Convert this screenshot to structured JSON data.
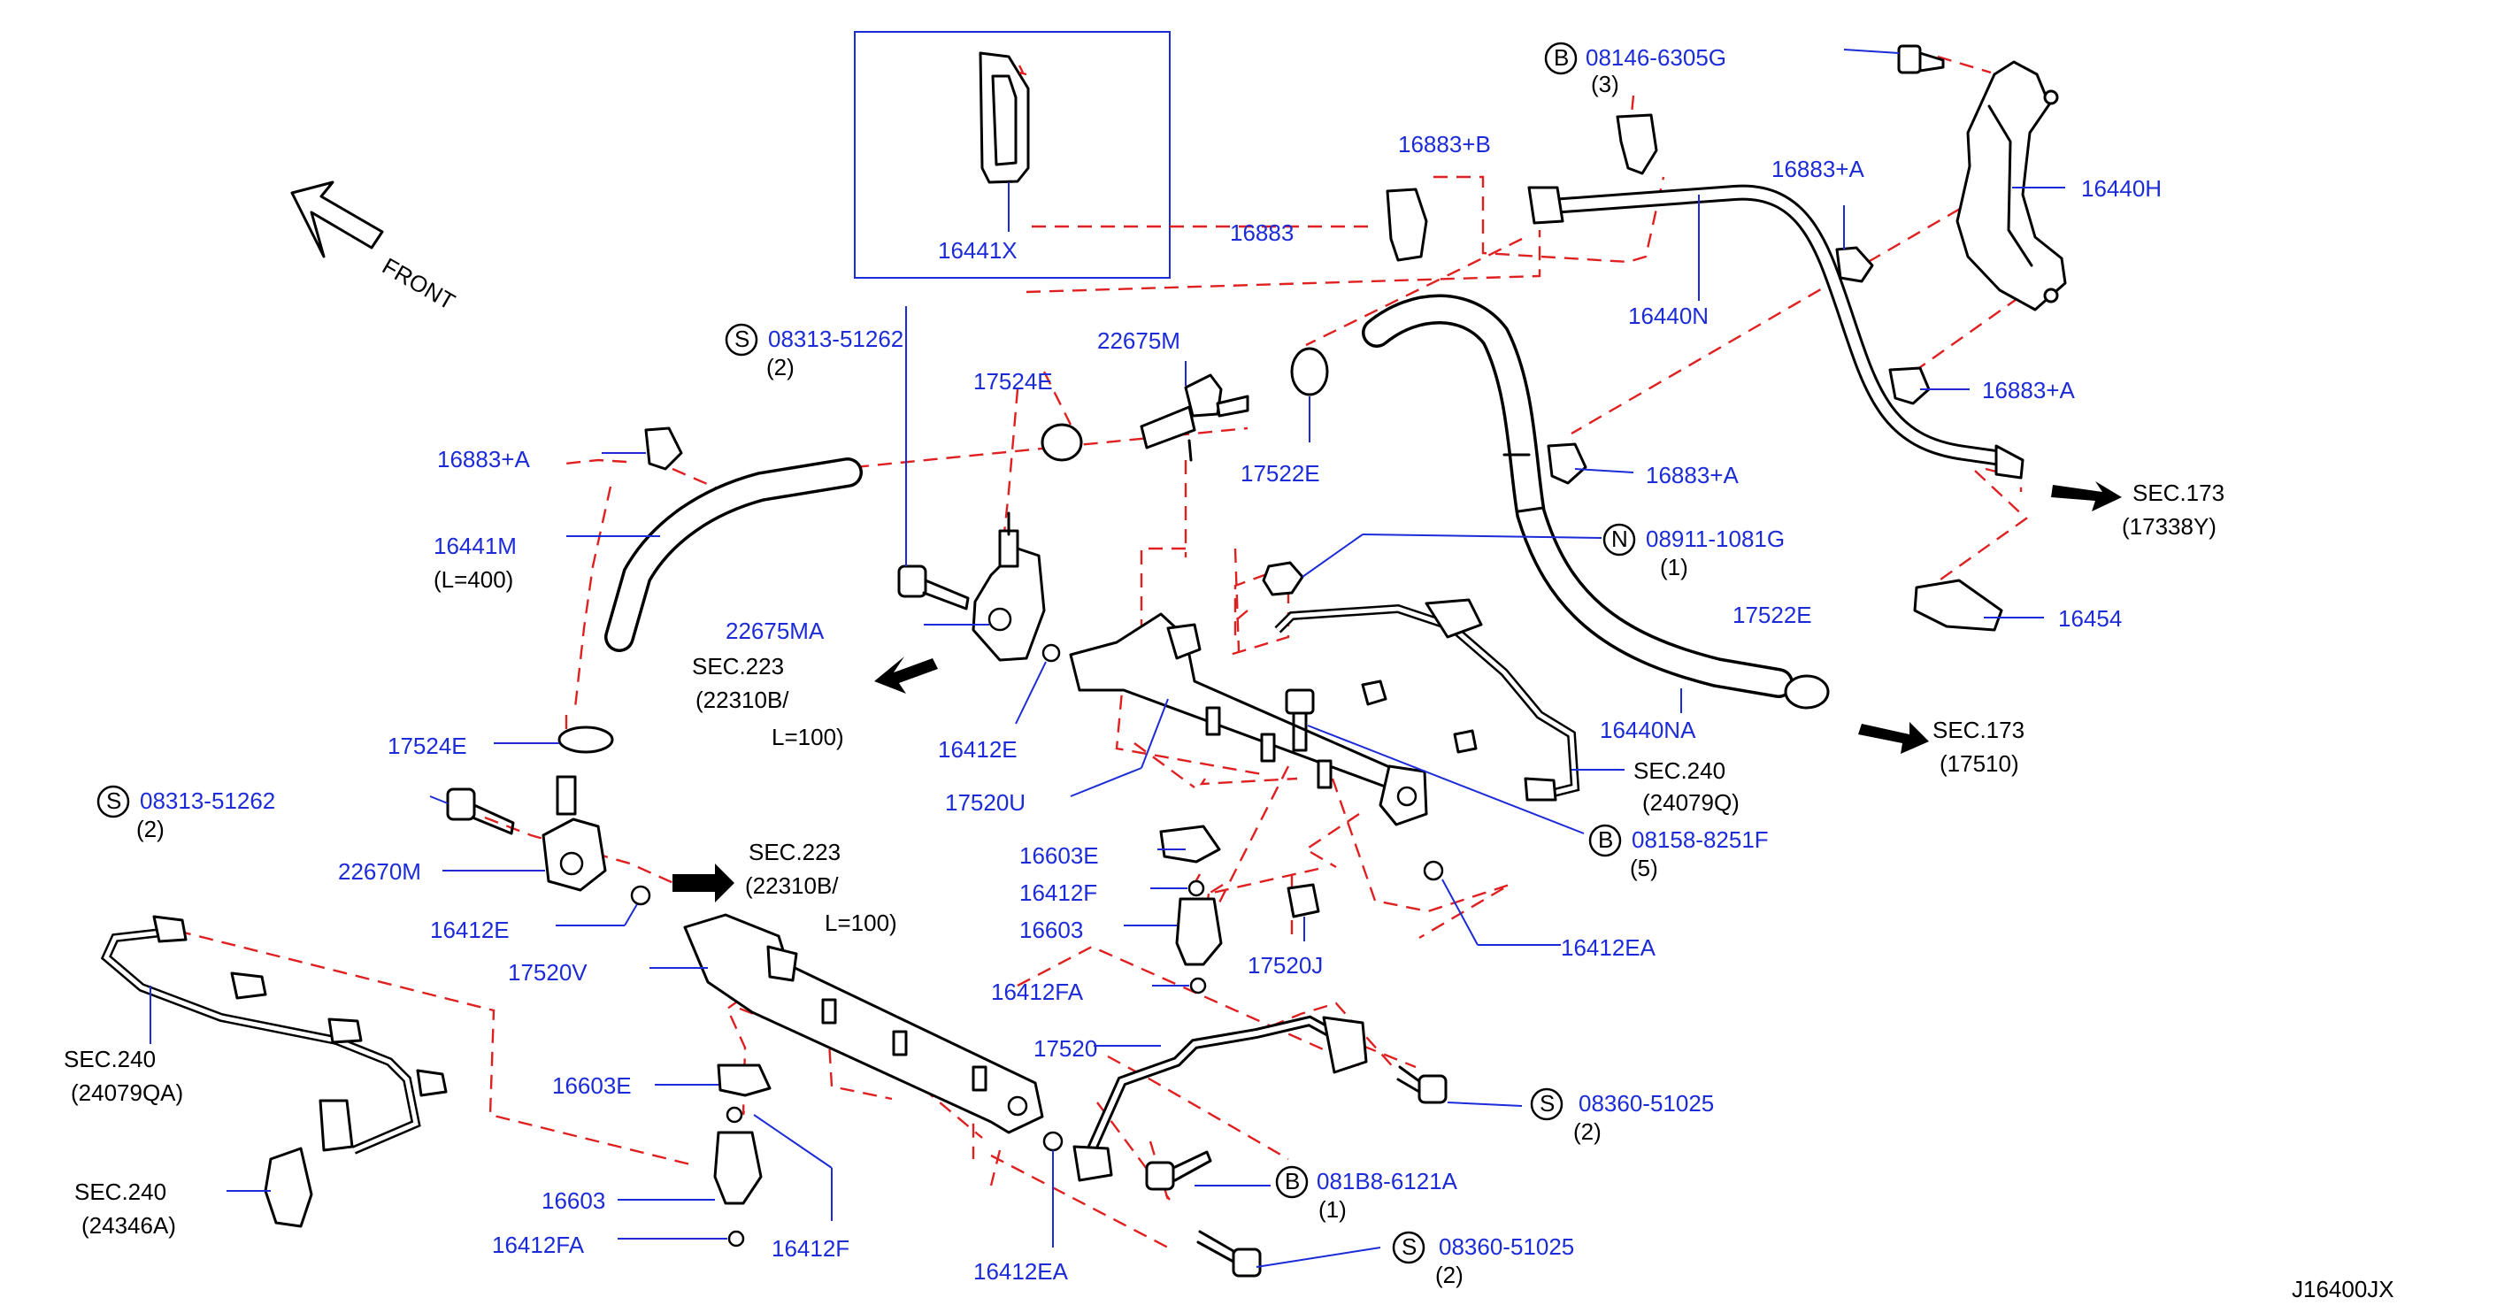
{
  "diagram_code": "J16400JX",
  "front_label": "FRONT",
  "inset_part": "16441X",
  "parts": {
    "p16883B": "16883+B",
    "p16883": "16883",
    "p16883A_1": "16883+A",
    "p16883A_2": "16883+A",
    "p16883A_3": "16883+A",
    "p16883A_4": "16883+A",
    "p16440H": "16440H",
    "p16440N": "16440N",
    "p16440NA": "16440NA",
    "p16454": "16454",
    "p22675M": "22675M",
    "p22675MA": "22675MA",
    "p17524E_1": "17524E",
    "p17524E_2": "17524E",
    "p17522E_1": "17522E",
    "p17522E_2": "17522E",
    "p16441M": "16441M",
    "p16412E_1": "16412E",
    "p16412E_2": "16412E",
    "p17520U": "17520U",
    "p16603E_1": "16603E",
    "p16603E_2": "16603E",
    "p16412F_1": "16412F",
    "p16412F_2": "16412F",
    "p16603_1": "16603",
    "p16603_2": "16603",
    "p16412FA_1": "16412FA",
    "p16412FA_2": "16412FA",
    "p17520J": "17520J",
    "p16412EA_1": "16412EA",
    "p16412EA_2": "16412EA",
    "p22670M": "22670M",
    "p17520V": "17520V",
    "p17520": "17520"
  },
  "fasteners": {
    "b1": {
      "badge": "B",
      "code": "08146-6305G",
      "qty": "(3)"
    },
    "s1": {
      "badge": "S",
      "code": "08313-51262",
      "qty": "(2)"
    },
    "n1": {
      "badge": "N",
      "code": "08911-1081G",
      "qty": "(1)"
    },
    "b2": {
      "badge": "B",
      "code": "08158-8251F",
      "qty": "(5)"
    },
    "s2": {
      "badge": "S",
      "code": "08313-51262",
      "qty": "(2)"
    },
    "s3": {
      "badge": "S",
      "code": "08360-51025",
      "qty": "(2)"
    },
    "b3": {
      "badge": "B",
      "code": "081B8-6121A",
      "qty": "(1)"
    },
    "s4": {
      "badge": "S",
      "code": "08360-51025",
      "qty": "(2)"
    }
  },
  "sections": {
    "sec173a": {
      "name": "SEC.173",
      "ref": "(17338Y)"
    },
    "sec173b": {
      "name": "SEC.173",
      "ref": "(17510)"
    },
    "sec223a": {
      "name": "SEC.223",
      "ref": "(22310B/",
      "ref2": "L=100)"
    },
    "sec223b": {
      "name": "SEC.223",
      "ref": "(22310B/",
      "ref2": "L=100)"
    },
    "sec240a": {
      "name": "SEC.240",
      "ref": "(24079Q)"
    },
    "sec240b": {
      "name": "SEC.240",
      "ref": "(24079QA)"
    },
    "sec240c": {
      "name": "SEC.240",
      "ref": "(24346A)"
    }
  },
  "notes": {
    "len400": "(L=400)"
  },
  "colors": {
    "part_number": "#1c2bd8",
    "leader": "#1c2bd8",
    "dashed_guide": "#e02020",
    "outline": "#000000"
  }
}
